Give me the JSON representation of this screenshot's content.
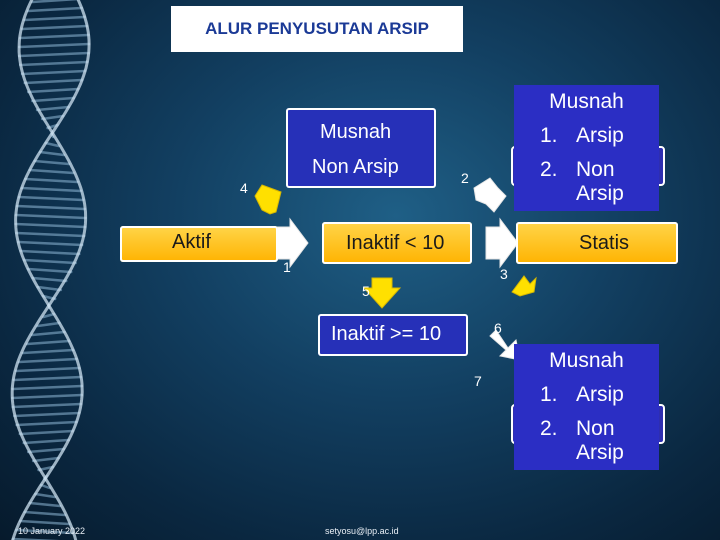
{
  "title": "ALUR PENYUSUTAN ARSIP",
  "boxes": {
    "aktif": "Aktif",
    "inaktif_kurang": "Inaktif < 10",
    "statis": "Statis",
    "musnah_non_arsip_line1": "Musnah",
    "musnah_non_arsip_line2": "Non Arsip",
    "inaktif_lebih": "Inaktif >= 10"
  },
  "musnah_list_top": {
    "heading": "Musnah",
    "items": [
      {
        "num": "1.",
        "text": "Arsip"
      },
      {
        "num": "2.",
        "text": "Non",
        "text2": "Arsip"
      }
    ]
  },
  "musnah_list_bottom": {
    "heading": "Musnah",
    "items": [
      {
        "num": "1.",
        "text": "Arsip"
      },
      {
        "num": "2.",
        "text": "Non",
        "text2": "Arsip"
      }
    ]
  },
  "arrow_numbers": [
    "1",
    "2",
    "3",
    "4",
    "5",
    "6",
    "7"
  ],
  "footer": {
    "date": "10 January 2022",
    "email": "setyosu@lpp.ac.id"
  },
  "colors": {
    "box_yellow": "#ffc107",
    "box_blue": "#2630b8",
    "arrow_fill": "#ffffff",
    "arrow_yellow": "#ffe000"
  }
}
